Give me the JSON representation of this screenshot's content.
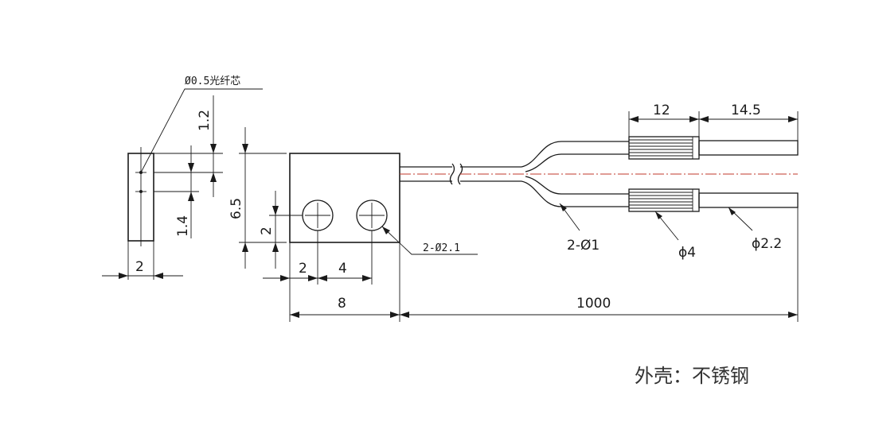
{
  "labels": {
    "core_note": "Ø0.5光纤芯",
    "dim_1_2": "1.2",
    "dim_1_4": "1.4",
    "dim_6_5": "6.5",
    "dim_2_side": "2",
    "dim_2_hole": "2",
    "dim_2_bottom": "2",
    "dim_4": "4",
    "dim_8": "8",
    "dim_1000": "1000",
    "dim_12": "12",
    "dim_14_5": "14.5",
    "holes": "2-Ø2.1",
    "fibers": "2-Ø1",
    "phi4": "ϕ4",
    "phi2_2": "ϕ2.2",
    "material": "外壳：不锈钢"
  },
  "colors": {
    "line": "#1a1a1a",
    "center_line": "#c0392b",
    "note_text": "#333333"
  }
}
